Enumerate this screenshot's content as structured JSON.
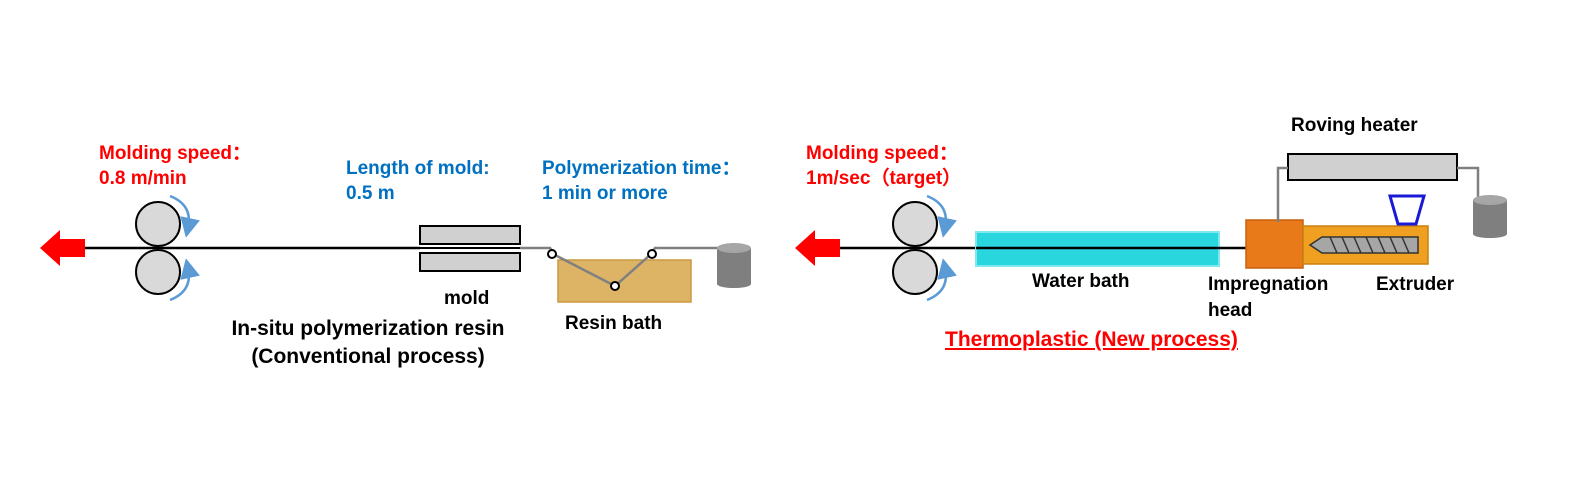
{
  "conventional": {
    "speed_label": "Molding speed：",
    "speed_value": "0.8 m/min",
    "mold_length_label": "Length of mold:",
    "mold_length_value": "0.5 m",
    "polymerization_label": "Polymerization time：",
    "polymerization_value": "1 min or more",
    "mold_label": "mold",
    "resin_bath_label": "Resin bath",
    "title_line1": "In-situ polymerization resin",
    "title_line2": "(Conventional process)"
  },
  "new_process": {
    "speed_label": "Molding speed：",
    "speed_value": "1m/sec（target）",
    "roving_heater_label": "Roving heater",
    "water_bath_label": "Water bath",
    "impregnation_line1": "Impregnation",
    "impregnation_line2": "head",
    "extruder_label": "Extruder",
    "title": "Thermoplastic (New process)"
  },
  "colors": {
    "arrow": "#ff0000",
    "rotation_arrow": "#5b9bd5",
    "resin_bath": "#ddb466",
    "water_bath": "#29d6dd",
    "impregnation_head": "#e87a1a",
    "extruder_barrel": "#f0a020",
    "hopper": "#1a1ad6",
    "bobbin": "#7f7f7f",
    "mold_plate": "#d0d0d0"
  },
  "icons": {
    "pull_direction": "red-left-arrow-icon",
    "pull_rollers": "roller-pair-icon",
    "fiber_bobbin": "cylinder-spool-icon",
    "screw": "screw-icon",
    "hopper": "hopper-icon"
  }
}
